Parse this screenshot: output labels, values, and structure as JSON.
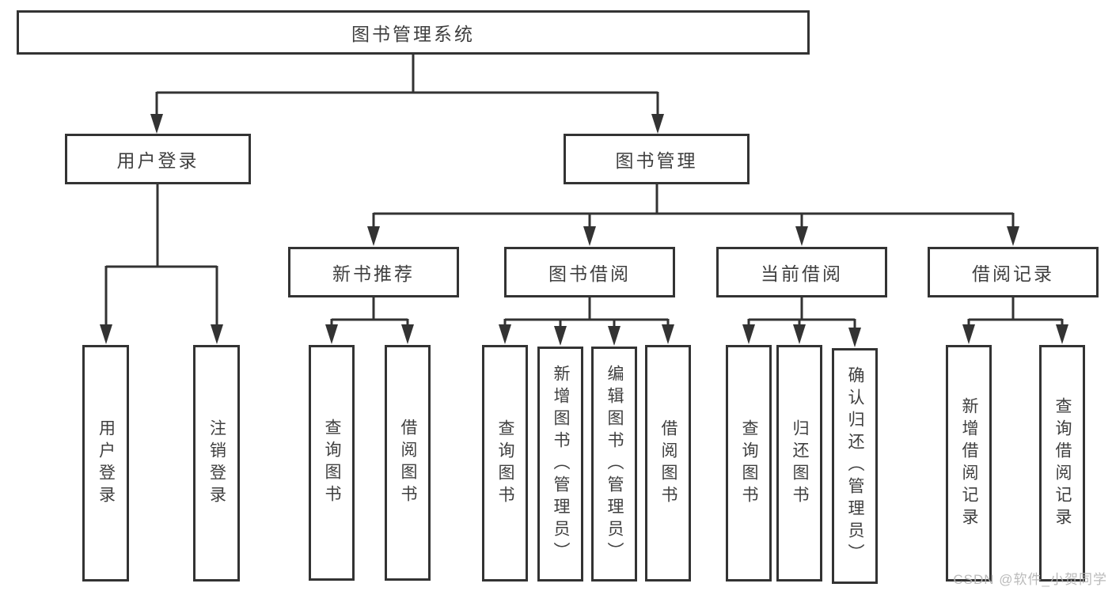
{
  "nodes": {
    "root": {
      "label": "图书管理系统"
    },
    "user_login": {
      "label": "用户登录"
    },
    "book_mgmt": {
      "label": "图书管理"
    },
    "new_book_rec": {
      "label": "新书推荐"
    },
    "book_borrow": {
      "label": "图书借阅"
    },
    "current_borrow": {
      "label": "当前借阅"
    },
    "borrow_records": {
      "label": "借阅记录"
    },
    "leaf_user_login": {
      "label": "用户登录"
    },
    "leaf_logout": {
      "label": "注销登录"
    },
    "leaf_query_book_1": {
      "label": "查询图书"
    },
    "leaf_borrow_book_1": {
      "label": "借阅图书"
    },
    "leaf_query_book_2": {
      "label": "查询图书"
    },
    "leaf_add_book": {
      "label": "新增图书（管理员）"
    },
    "leaf_edit_book": {
      "label": "编辑图书（管理员）"
    },
    "leaf_borrow_book_2": {
      "label": "借阅图书"
    },
    "leaf_query_book_3": {
      "label": "查询图书"
    },
    "leaf_return_book": {
      "label": "归还图书"
    },
    "leaf_confirm_return": {
      "label": "确认归还（管理员）"
    },
    "leaf_add_borrow_record": {
      "label": "新增借阅记录"
    },
    "leaf_query_borrow_record": {
      "label": "查询借阅记录"
    }
  },
  "hierarchy": {
    "图书管理系统": {
      "用户登录": [
        "用户登录",
        "注销登录"
      ],
      "图书管理": {
        "新书推荐": [
          "查询图书",
          "借阅图书"
        ],
        "图书借阅": [
          "查询图书",
          "新增图书（管理员）",
          "编辑图书（管理员）",
          "借阅图书"
        ],
        "当前借阅": [
          "查询图书",
          "归还图书",
          "确认归还（管理员）"
        ],
        "借阅记录": [
          "新增借阅记录",
          "查询借阅记录"
        ]
      }
    }
  },
  "watermark": "CSDN @软件_小贺同学",
  "colors": {
    "line": "#333333",
    "text": "#3f3f3f",
    "box_fill": "#ffffff",
    "watermark": "#b5b5b5"
  }
}
